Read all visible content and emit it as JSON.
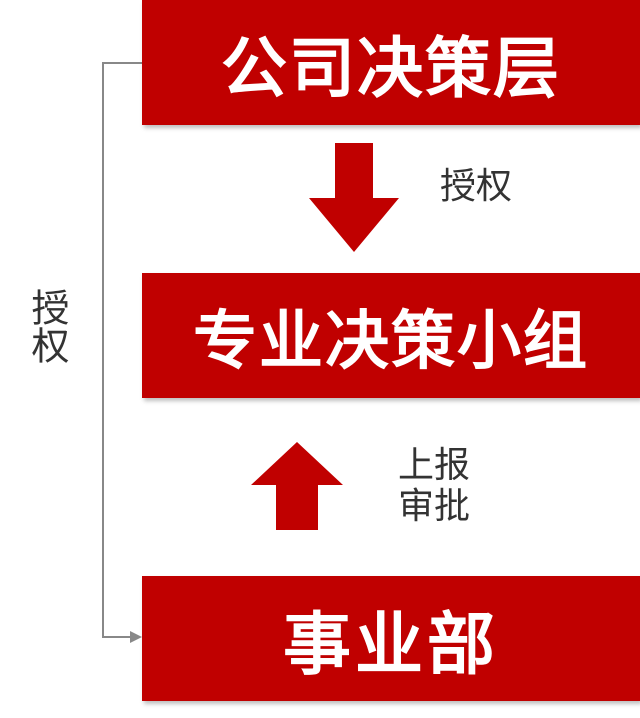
{
  "diagram": {
    "nodes": {
      "top": "公司决策层",
      "middle": "专业决策小组",
      "bottom": "事业部"
    },
    "edges": {
      "top_to_middle": "授权",
      "bottom_to_middle": "上报审批",
      "top_to_bottom": "授权"
    },
    "colors": {
      "box": "#c00000",
      "box_text": "#ffffff",
      "arrow": "#c00000",
      "connector": "#888888",
      "label_text": "#333333"
    }
  }
}
